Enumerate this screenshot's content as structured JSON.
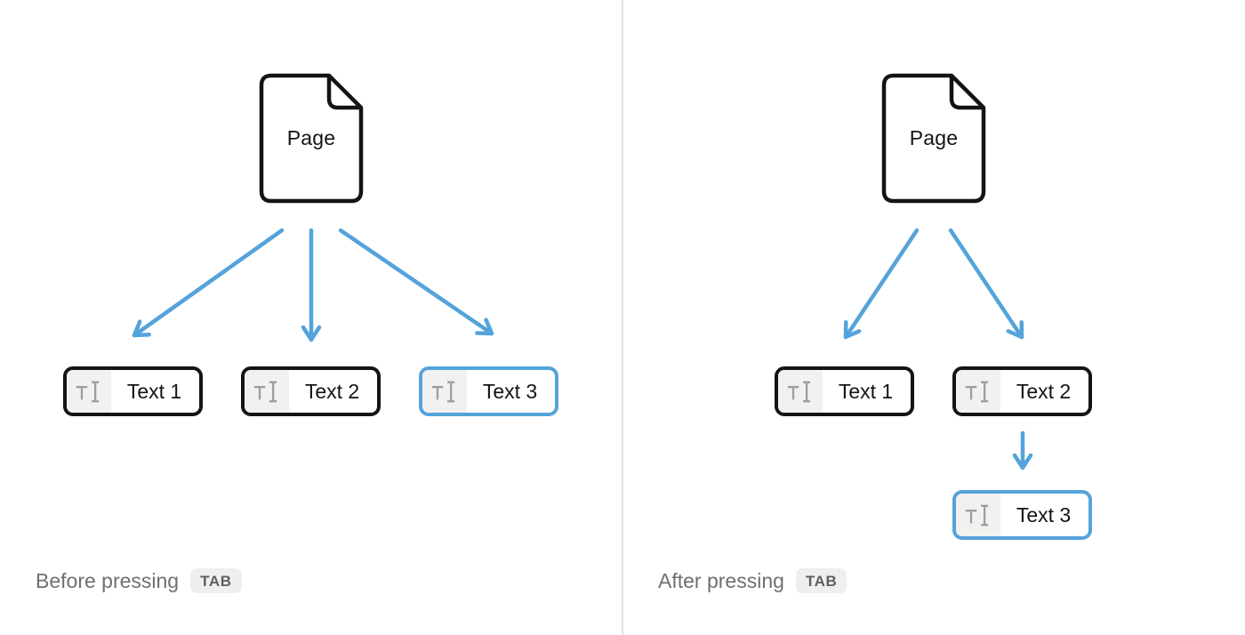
{
  "colors": {
    "accent_blue": "#55A3DB",
    "outline_black": "#141414",
    "caption_gray": "#6f6f6f",
    "icon_gray": "#9e9e9e",
    "icon_cell_bg": "#f1f1f0",
    "key_pill_bg": "#efefef",
    "key_pill_text": "#5f5f5f",
    "divider_gray": "#e2e2e2",
    "background": "#ffffff"
  },
  "icons": {
    "page": "document-icon",
    "text_block": "text-cursor-icon",
    "connector": "arrow-icon"
  },
  "panels": [
    {
      "name": "before",
      "page_label": "Page",
      "blocks": [
        {
          "label": "Text 1",
          "selected": false
        },
        {
          "label": "Text 2",
          "selected": false
        },
        {
          "label": "Text 3",
          "selected": true
        }
      ],
      "caption": "Before pressing",
      "key_label": "TAB"
    },
    {
      "name": "after",
      "page_label": "Page",
      "blocks": [
        {
          "label": "Text 1",
          "selected": false
        },
        {
          "label": "Text 2",
          "selected": false
        },
        {
          "label": "Text 3",
          "selected": true
        }
      ],
      "caption": "After pressing",
      "key_label": "TAB"
    }
  ]
}
